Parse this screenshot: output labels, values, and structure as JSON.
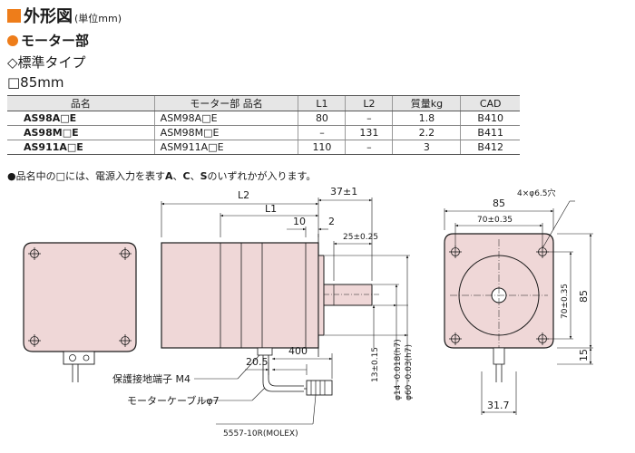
{
  "heading": {
    "title": "外形図",
    "unit": "(単位mm)"
  },
  "section": {
    "motor": "モーター部",
    "type": "◇標準タイプ",
    "size": "□85mm"
  },
  "table": {
    "headers": [
      "品名",
      "モーター部 品名",
      "L1",
      "L2",
      "質量kg",
      "CAD"
    ],
    "rows": [
      [
        "AS98A□E",
        "ASM98A□E",
        "80",
        "–",
        "1.8",
        "B410"
      ],
      [
        "AS98M□E",
        "ASM98M□E",
        "–",
        "131",
        "2.2",
        "B411"
      ],
      [
        "AS911A□E",
        "ASM911A□E",
        "110",
        "–",
        "3",
        "B412"
      ]
    ]
  },
  "note": {
    "prefix": "●品名中の□には、電源入力を表す",
    "a": "A",
    "sep1": "、",
    "c": "C",
    "sep2": "、",
    "s": "S",
    "suffix": "のいずれかが入ります。"
  },
  "dimensions": {
    "l2": "L2",
    "l1": "L1",
    "d37": "37±1",
    "d10": "10",
    "d2": "2",
    "d25": "25±0.25",
    "d85w": "85",
    "d70w": "70±0.35",
    "hole": "4×φ6.5穴",
    "d70h": "70±0.35",
    "d85h": "85",
    "d15": "15",
    "d317": "31.7",
    "d205": "20.5",
    "d400": "400",
    "d13": "13±0.15",
    "shaft14": "φ14 -0.018(h7)",
    "pilot60": "φ60 -0.03(h7)"
  },
  "callouts": {
    "ground": "保護接地端子 M4",
    "cable": "モーターケーブルφ7",
    "connector": "5557-10R(MOLEX)"
  },
  "colors": {
    "accent": "#ee7d1a",
    "header_bg": "#e6e6e6"
  }
}
